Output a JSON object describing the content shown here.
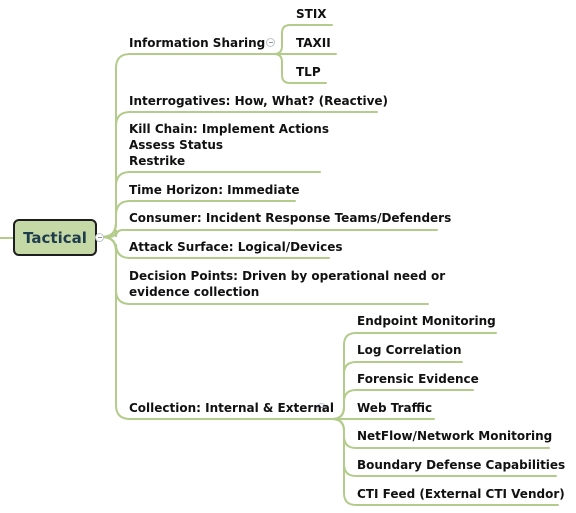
{
  "root": {
    "label": "Tactical"
  },
  "branches": {
    "information_sharing": {
      "label": "Information Sharing",
      "children": [
        "STIX",
        "TAXII",
        "TLP"
      ]
    },
    "interrogatives": {
      "label": "Interrogatives: How, What? (Reactive)"
    },
    "kill_chain": {
      "lines": [
        "Kill Chain: Implement Actions",
        "Assess Status",
        "Restrike"
      ]
    },
    "time_horizon": {
      "label": "Time Horizon: Immediate"
    },
    "consumer": {
      "label": "Consumer: Incident Response Teams/Defenders"
    },
    "attack_surface": {
      "label": "Attack Surface: Logical/Devices"
    },
    "decision_points": {
      "lines": [
        "Decision Points: Driven by operational need or",
        "evidence collection"
      ]
    },
    "collection": {
      "label": "Collection: Internal & External",
      "children": [
        "Endpoint Monitoring",
        "Log Correlation",
        "Forensic Evidence",
        "Web Traffic",
        "NetFlow/Network Monitoring",
        "Boundary Defense Capabilities",
        "CTI Feed (External CTI Vendor)"
      ]
    }
  },
  "colors": {
    "connector": "#b3cc8c",
    "root_fill": "#c5d9a6",
    "root_border": "#1e1e1e",
    "root_text": "#1f3c4d",
    "toggle": "#b9c2cc"
  }
}
